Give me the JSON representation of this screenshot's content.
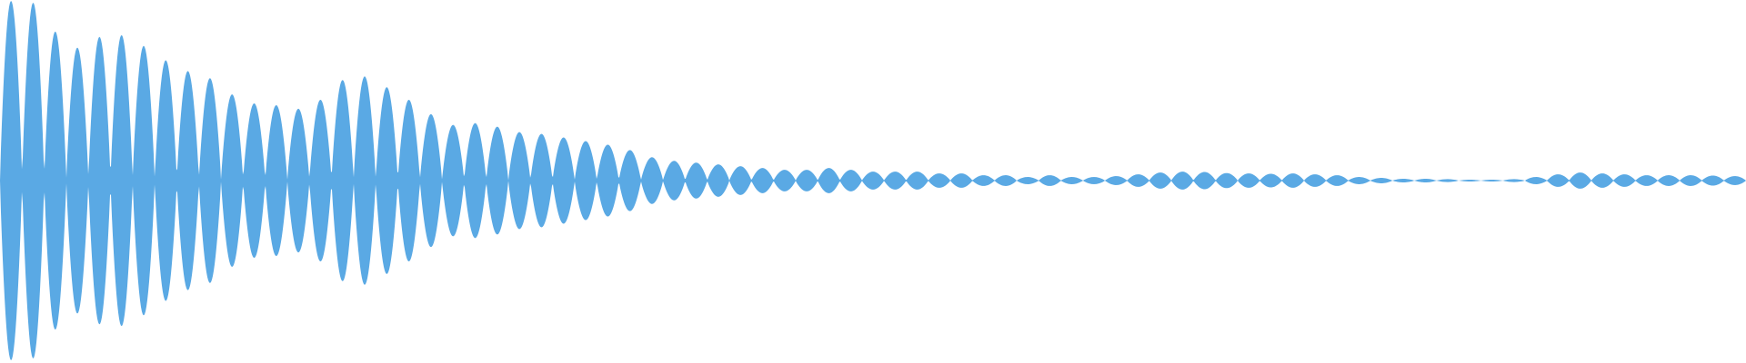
{
  "waveform": {
    "color": "#5aa9e4",
    "background": "#ffffff",
    "lobe_count": 79,
    "envelope": [
      1.0,
      0.99,
      0.83,
      0.74,
      0.8,
      0.81,
      0.75,
      0.67,
      0.61,
      0.57,
      0.48,
      0.43,
      0.42,
      0.4,
      0.45,
      0.56,
      0.58,
      0.52,
      0.45,
      0.37,
      0.31,
      0.32,
      0.3,
      0.27,
      0.26,
      0.24,
      0.22,
      0.2,
      0.17,
      0.13,
      0.11,
      0.1,
      0.09,
      0.08,
      0.07,
      0.06,
      0.06,
      0.07,
      0.06,
      0.05,
      0.05,
      0.05,
      0.04,
      0.04,
      0.03,
      0.03,
      0.02,
      0.03,
      0.02,
      0.02,
      0.025,
      0.035,
      0.045,
      0.05,
      0.048,
      0.042,
      0.04,
      0.038,
      0.04,
      0.035,
      0.03,
      0.02,
      0.015,
      0.01,
      0.01,
      0.008,
      0.005,
      0.005,
      0.008,
      0.02,
      0.035,
      0.045,
      0.04,
      0.035,
      0.03,
      0.03,
      0.03,
      0.028,
      0.025
    ]
  }
}
